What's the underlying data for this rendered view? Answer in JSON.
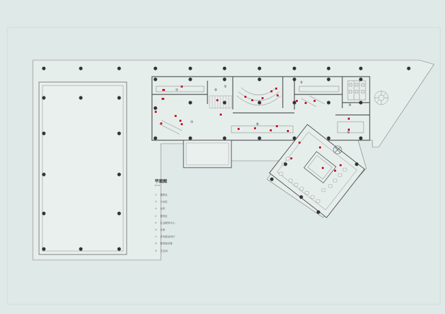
{
  "plan": {
    "title": "平面图",
    "subtitle": "plan",
    "room_labels": [
      "①",
      "②",
      "③",
      "④",
      "⑤",
      "⑥",
      "⑦",
      "⑧"
    ]
  },
  "legend": {
    "items": [
      {
        "num": "①",
        "label": "展陈区"
      },
      {
        "num": "②",
        "label": "沙龙区"
      },
      {
        "num": "③",
        "label": "台阶"
      },
      {
        "num": "④",
        "label": "展览区"
      },
      {
        "num": "⑤",
        "label": "生活服务中心"
      },
      {
        "num": "⑥",
        "label": "仓库"
      },
      {
        "num": "⑦",
        "label": "多功能活动厅"
      },
      {
        "num": "⑧",
        "label": "服务接待室"
      },
      {
        "num": "⑨",
        "label": "卫生间"
      }
    ]
  },
  "colors": {
    "background": "#dfe9e7",
    "wall": "#555555",
    "column": "#333333",
    "furniture": "#777777",
    "seat_accent": "#c8202e"
  }
}
